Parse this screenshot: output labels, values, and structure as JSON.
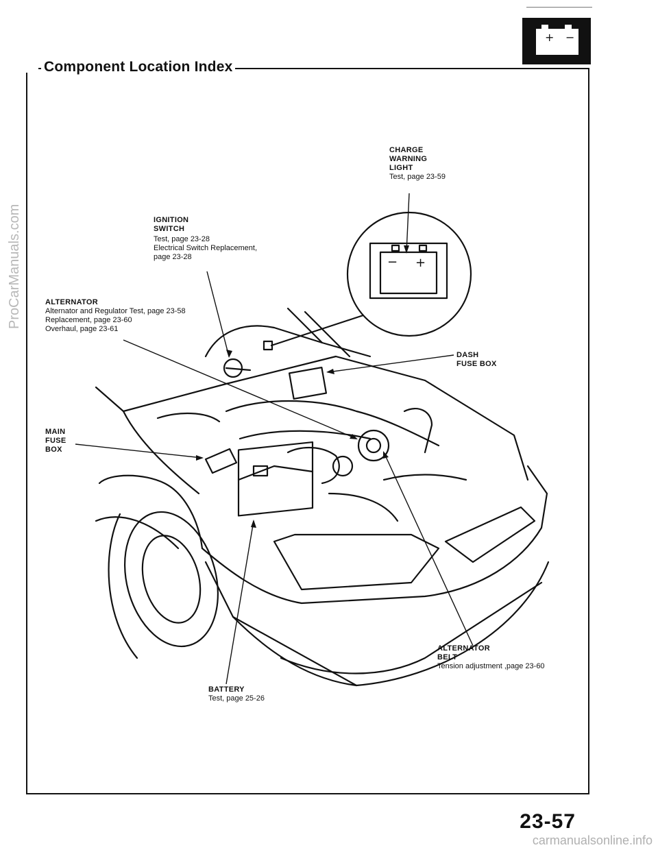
{
  "section_title": "Component Location Index",
  "page_number": "23-57",
  "watermark_side": "ProCarManuals.com",
  "watermark_bottom": "carmanualsonline.info",
  "header_icon": "battery-icon",
  "labels": {
    "charge_warning_light": {
      "title": [
        "CHARGE",
        "WARNING",
        "LIGHT"
      ],
      "lines": [
        "Test, page 23-59"
      ]
    },
    "ignition_switch": {
      "title": [
        "IGNITION",
        "SWITCH"
      ],
      "lines": [
        "Test, page 23-28",
        "Electrical Switch Replacement,",
        "page 23-28"
      ]
    },
    "alternator": {
      "title": [
        "ALTERNATOR"
      ],
      "lines": [
        "Alternator and Regulator Test, page 23-58",
        "Replacement, page 23-60",
        "Overhaul, page 23-61"
      ]
    },
    "dash_fuse_box": {
      "title": [
        "DASH",
        "FUSE BOX"
      ],
      "lines": []
    },
    "main_fuse_box": {
      "title": [
        "MAIN",
        "FUSE",
        "BOX"
      ],
      "lines": []
    },
    "alternator_belt": {
      "title": [
        "ALTERNATOR",
        "BELT"
      ],
      "lines": [
        "Tension adjustment ,page 23-60"
      ]
    },
    "battery": {
      "title": [
        "BATTERY"
      ],
      "lines": [
        "Test, page 25-26"
      ]
    }
  }
}
